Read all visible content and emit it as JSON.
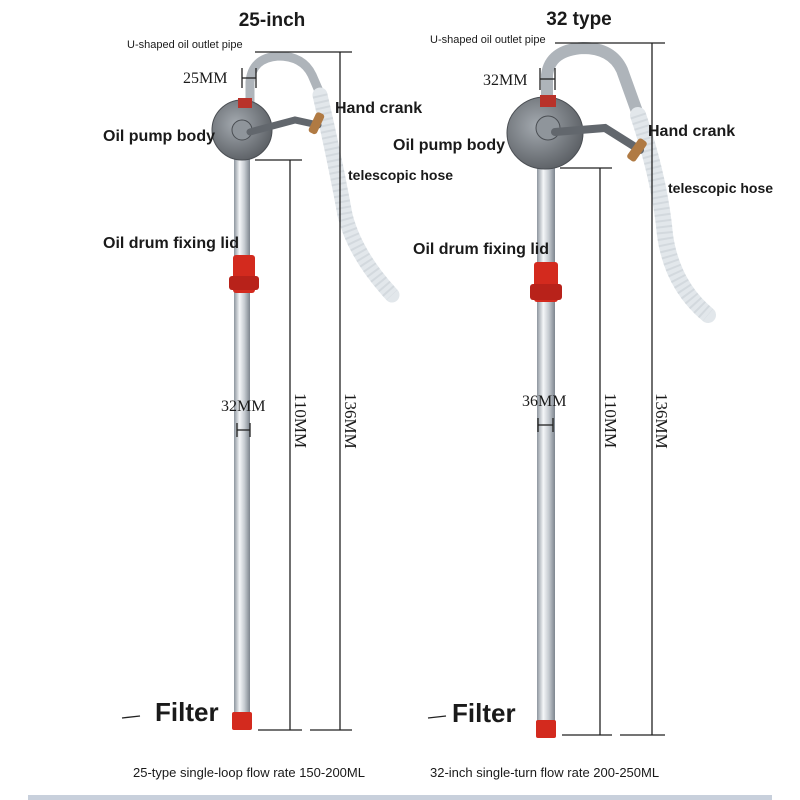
{
  "colors": {
    "tube": "#c7ccd2",
    "tube_shadow": "#8d959e",
    "pump_body": "#6f757c",
    "clamp_red": "#d32a1e",
    "hose": "#e2e7eb",
    "crank_handle": "#b07a43",
    "dimension_line": "#222222"
  },
  "products": [
    {
      "title": "25-inch",
      "u_pipe_label": "U-shaped oil outlet pipe",
      "outlet_dim": "25MM",
      "hand_crank_label": "Hand crank",
      "pump_body_label": "Oil pump body",
      "hose_label": "telescopic hose",
      "fixing_lid_label": "Oil drum fixing lid",
      "tube_dim": "32MM",
      "length_short": "110MM",
      "length_long": "136MM",
      "filter_label": "Filter",
      "caption": "25-type single-loop flow rate 150-200ML"
    },
    {
      "title": "32 type",
      "u_pipe_label": "U-shaped oil outlet pipe",
      "outlet_dim": "32MM",
      "hand_crank_label": "Hand crank",
      "pump_body_label": "Oil pump body",
      "hose_label": "telescopic hose",
      "fixing_lid_label": "Oil drum fixing lid",
      "tube_dim": "36MM",
      "length_short": "110MM",
      "length_long": "136MM",
      "filter_label": "Filter",
      "caption": "32-inch single-turn flow rate 200-250ML"
    }
  ]
}
